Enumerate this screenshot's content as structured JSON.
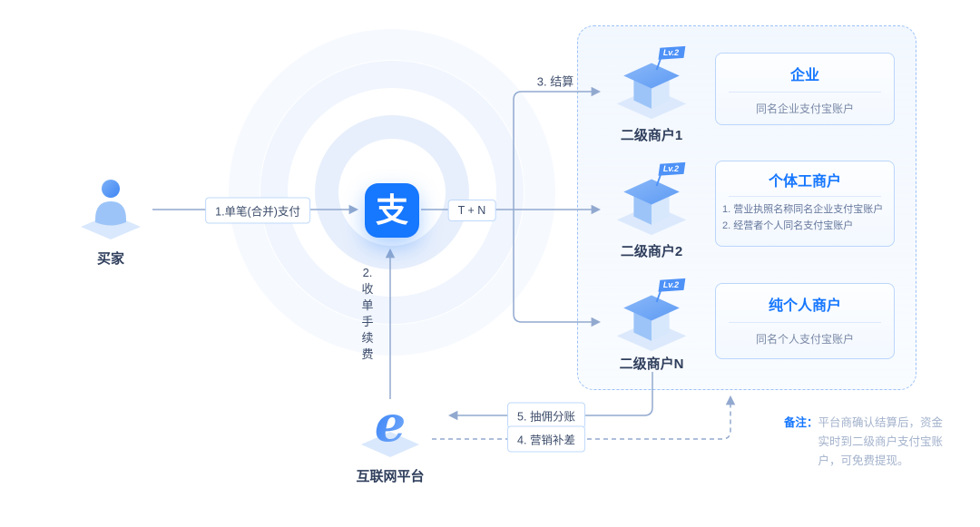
{
  "buyer": {
    "label": "买家"
  },
  "alipay": {
    "glyph": "支"
  },
  "platform": {
    "glyph": "e",
    "label": "互联网平台"
  },
  "flows": {
    "pay": "1.单笔(合并)支付",
    "tn": "T + N",
    "settle": "3. 结算",
    "fee_no": "2.",
    "fee_text": "收单手续费",
    "commission": "5. 抽佣分账",
    "subsidy": "4. 营销补差"
  },
  "merchants": [
    {
      "name": "二级商户1",
      "badge": "Lv.2",
      "card_title": "企业",
      "card_lines": [
        "同名企业支付宝账户"
      ]
    },
    {
      "name": "二级商户2",
      "badge": "Lv.2",
      "card_title": "个体工商户",
      "card_lines": [
        "1. 营业执照名称同名企业支付宝账户",
        "2. 经营者个人同名支付宝账户"
      ]
    },
    {
      "name": "二级商户N",
      "badge": "Lv.2",
      "card_title": "纯个人商户",
      "card_lines": [
        "同名个人支付宝账户"
      ]
    }
  ],
  "note": {
    "label": "备注：",
    "text": "平台商确认结算后，资金实时到二级商户支付宝账户，可免费提现。"
  },
  "colors": {
    "accent": "#1677ff",
    "line": "#92a9cf",
    "card_border": "#bbd6fa",
    "box_border": "#9cc2f7"
  }
}
